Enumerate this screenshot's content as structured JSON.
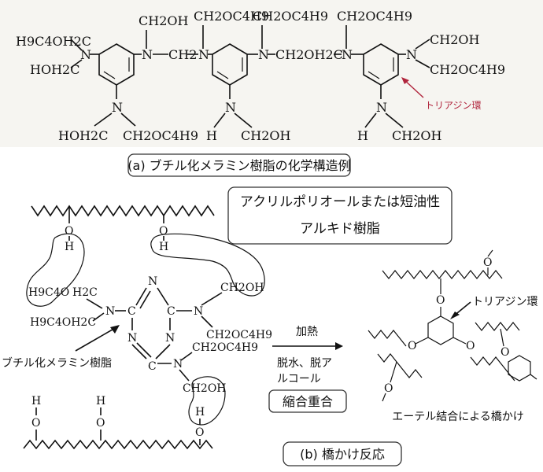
{
  "part_a": {
    "caption": "(a) ブチル化メラミン樹脂の化学構造例",
    "triazine_label": "トリアジン環",
    "groups": {
      "h9c4oh2c": "H9C4OH2C",
      "hoh2c": "HOH2C",
      "n": "N",
      "ch2oh": "CH2OH",
      "ch2oc4h9": "CH2OC4H9",
      "ch2": "CH2",
      "ch2oh2c": "CH2OH2C",
      "h": "H"
    }
  },
  "part_b": {
    "caption": "(b) 橋かけ反応",
    "resin_box_line1": "アクリルポリオールまたは短油性",
    "resin_box_line2": "アルキド樹脂",
    "melamine_label": "ブチル化メラミン樹脂",
    "heat_label": "加熱",
    "byproduct_line1": "脱水、脱ア",
    "byproduct_line2": "ルコール",
    "condensation_box": "縮合重合",
    "triazine_label": "トリアジン環",
    "ether_label": "エーテル結合による橋かけ",
    "groups": {
      "o": "O",
      "h": "H",
      "n": "N",
      "c": "C",
      "h9c4o": "H9C4O",
      "h2c": "H2C",
      "h9c4oh2c": "H9C4OH2C",
      "ch2_oh": "CH2OH",
      "ch2oc4h9": "CH2OC4H9",
      "ch2oh": "CH2OH"
    }
  }
}
